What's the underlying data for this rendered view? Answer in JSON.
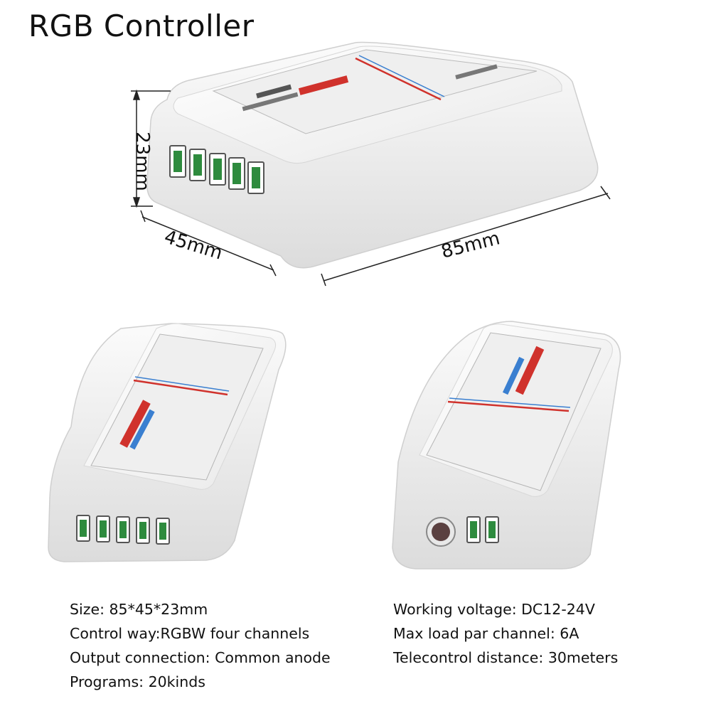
{
  "title": "RGB  Controller",
  "dimensions": {
    "height": "23mm",
    "width": "45mm",
    "length": "85mm"
  },
  "specs_left": [
    "Size: 85*45*23mm",
    "Control way:RGBW four channels",
    "Output connection: Common anode",
    "Programs: 20kinds"
  ],
  "specs_right": [
    "Working voltage: DC12-24V",
    "Max load par channel: 6A",
    "Telecontrol distance: 30meters"
  ],
  "colors": {
    "body": "#f4f4f4",
    "terminal_green": "#2e8b3e",
    "label_red": "#d0322c",
    "label_blue": "#3a7fd0"
  }
}
